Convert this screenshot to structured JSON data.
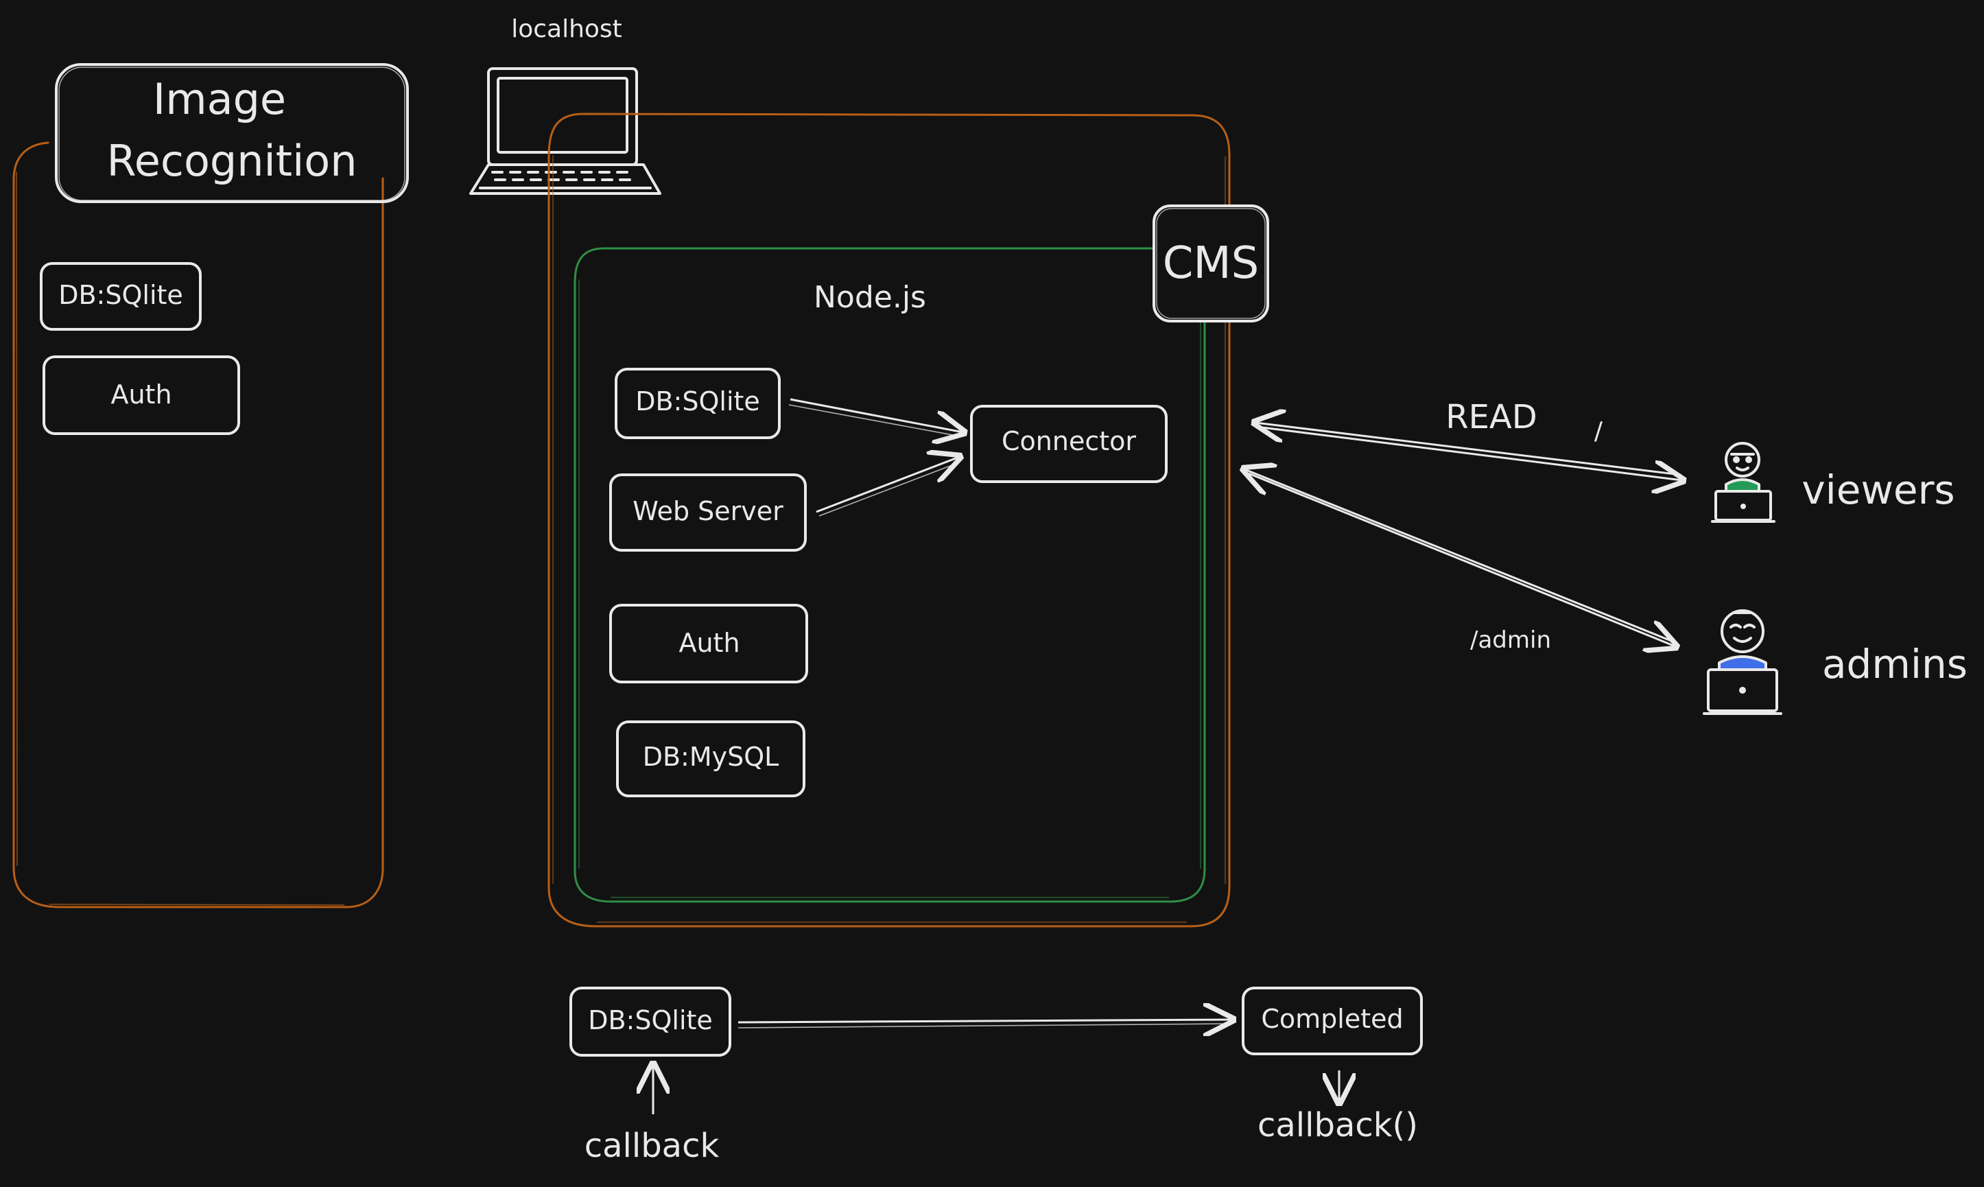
{
  "diagram": {
    "labels": {
      "image_recognition_title_line1": "Image",
      "image_recognition_title_line2": "Recognition",
      "localhost": "localhost",
      "cms": "CMS",
      "nodejs": "Node.js",
      "left_db_sqlite": "DB:SQlite",
      "left_auth": "Auth",
      "node_db_sqlite": "DB:SQlite",
      "node_web_server": "Web Server",
      "node_auth": "Auth",
      "node_db_mysql": "DB:MySQL",
      "connector": "Connector",
      "read_edge": "READ",
      "slash_edge": "/",
      "admin_edge": "/admin",
      "viewers": "viewers",
      "admins": "admins",
      "bottom_db_sqlite": "DB:SQlite",
      "completed": "Completed",
      "callback": "callback",
      "callback_fn": "callback()"
    },
    "colors": {
      "background": "#121212",
      "stroke": "#e9e9e9",
      "orange": "#b85f16",
      "green": "#2f8f45",
      "viewer_shirt": "#239b56",
      "admin_shirt": "#3f6fe8"
    },
    "icons": {
      "laptop": "laptop-icon",
      "viewer": "viewer-user-icon",
      "admin": "admin-user-icon"
    }
  }
}
